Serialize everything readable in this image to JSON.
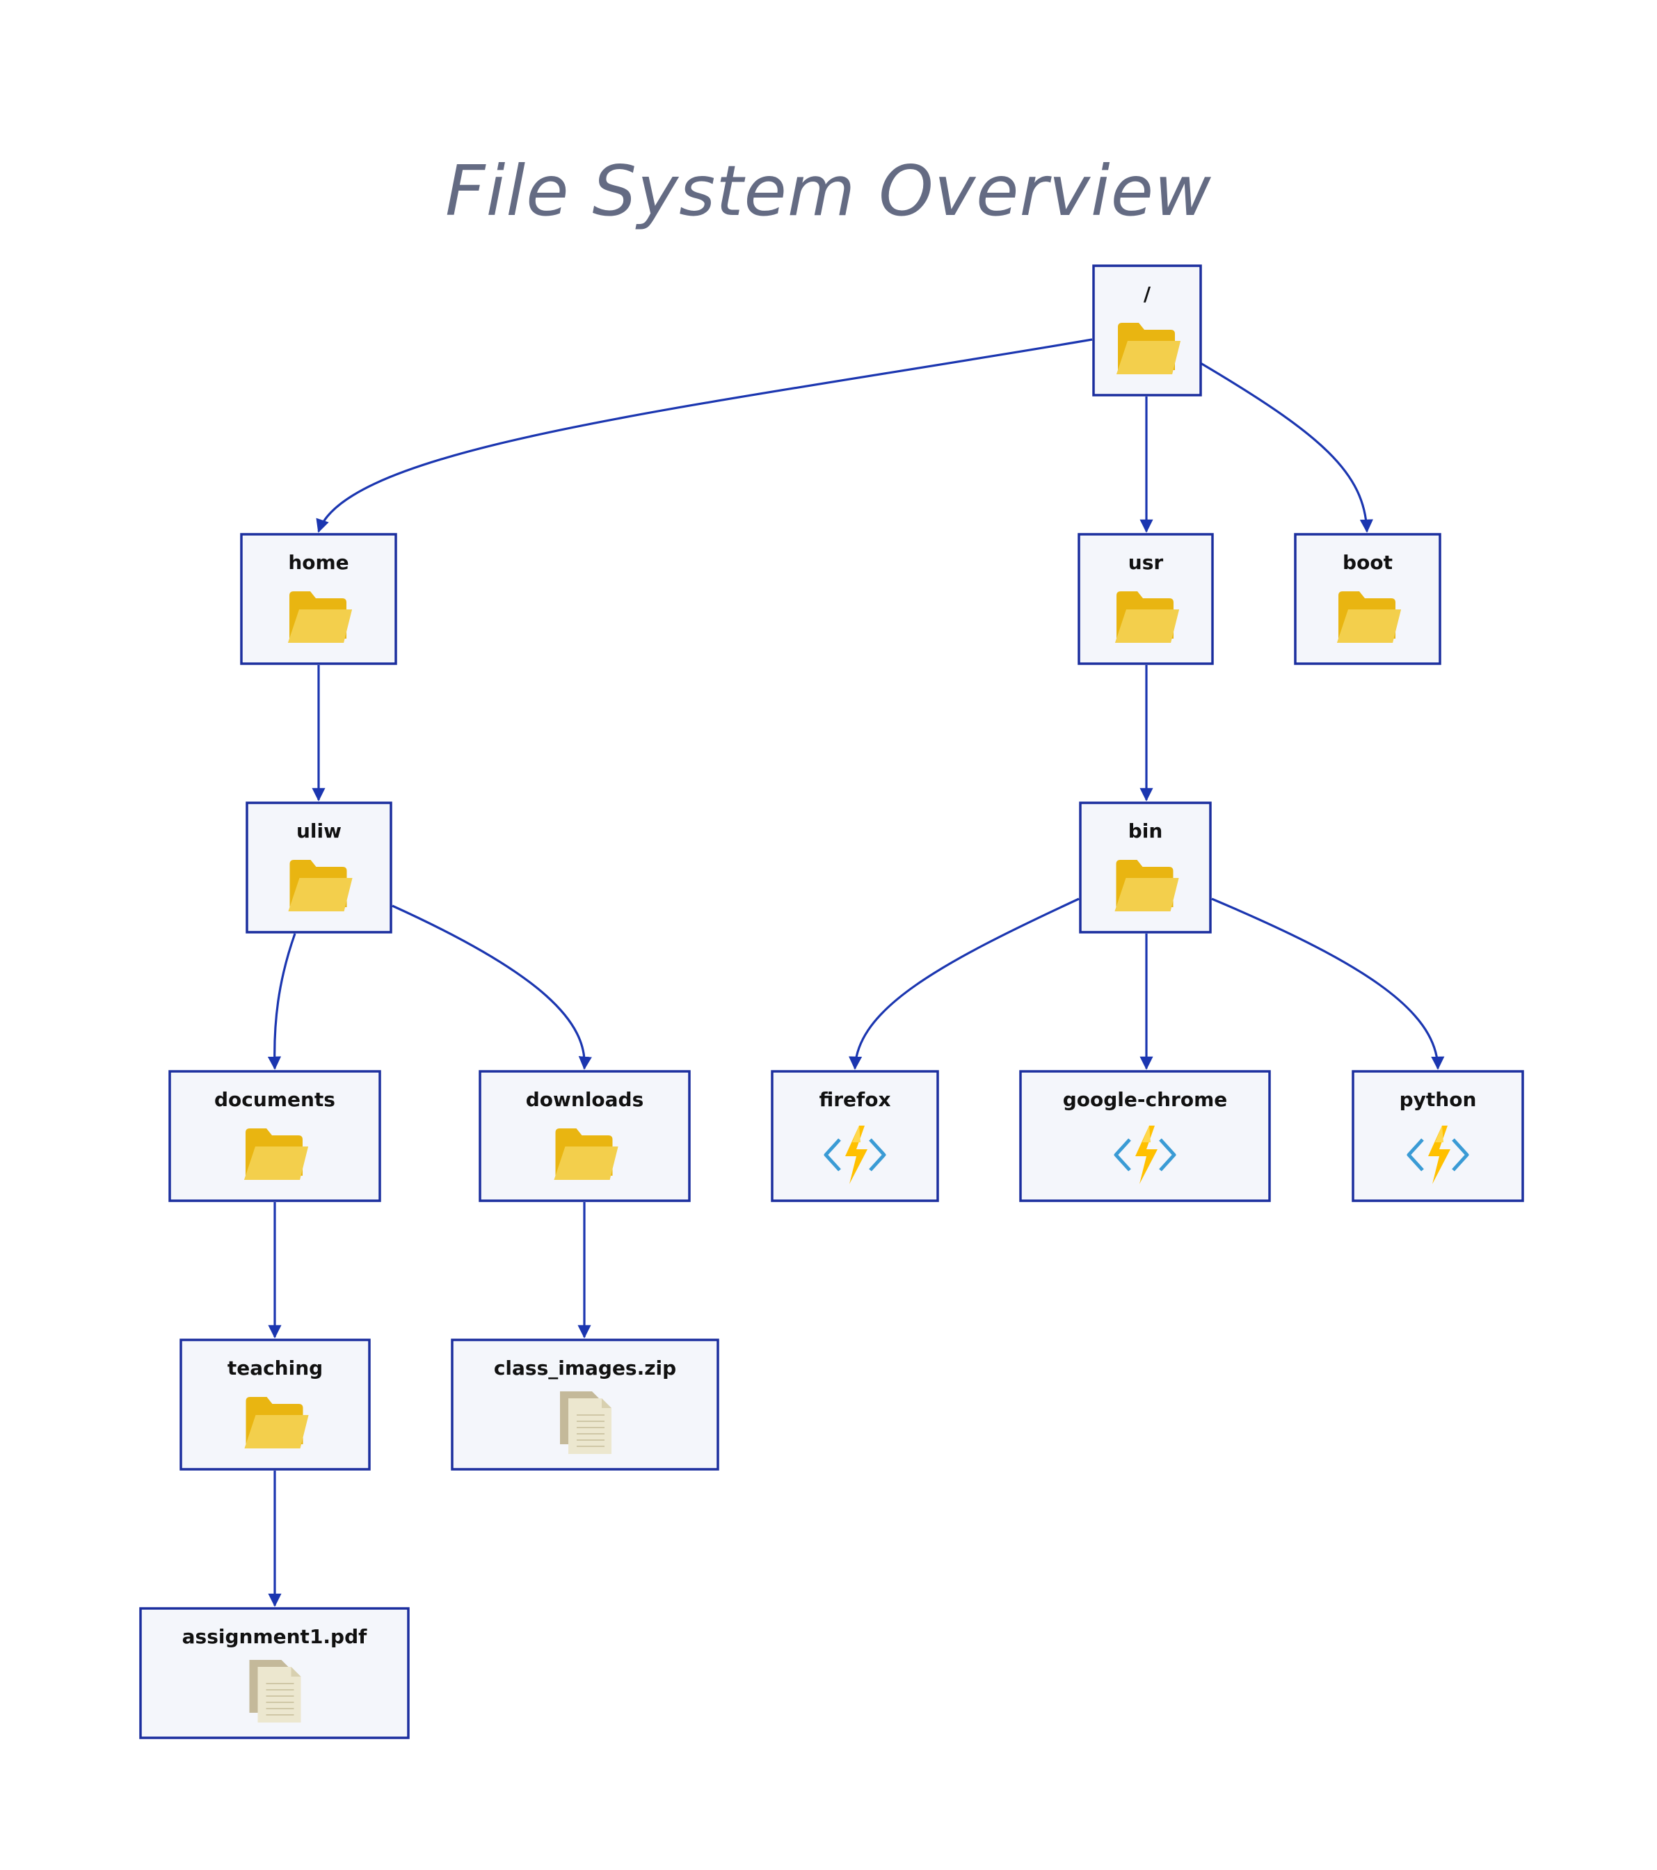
{
  "diagram": {
    "title": "File System Overview",
    "colors": {
      "node_fill": "#f4f6fb",
      "node_border": "#1b2e9e",
      "edge": "#1b36b0",
      "title": "#646b83",
      "folder": "#f0c419",
      "file": "#ece7cf",
      "executable_bolt": "#ffc000",
      "executable_brackets": "#3a9bd5"
    },
    "nodes": [
      {
        "id": "root",
        "label": "/",
        "icon": "folder-icon"
      },
      {
        "id": "home",
        "label": "home",
        "icon": "folder-icon"
      },
      {
        "id": "usr",
        "label": "usr",
        "icon": "folder-icon"
      },
      {
        "id": "boot",
        "label": "boot",
        "icon": "folder-icon"
      },
      {
        "id": "uliw",
        "label": "uliw",
        "icon": "folder-icon"
      },
      {
        "id": "bin",
        "label": "bin",
        "icon": "folder-icon"
      },
      {
        "id": "documents",
        "label": "documents",
        "icon": "folder-icon"
      },
      {
        "id": "downloads",
        "label": "downloads",
        "icon": "folder-icon"
      },
      {
        "id": "firefox",
        "label": "firefox",
        "icon": "executable-icon"
      },
      {
        "id": "google-chrome",
        "label": "google-chrome",
        "icon": "executable-icon"
      },
      {
        "id": "python",
        "label": "python",
        "icon": "executable-icon"
      },
      {
        "id": "teaching",
        "label": "teaching",
        "icon": "folder-icon"
      },
      {
        "id": "class_images",
        "label": "class_images.zip",
        "icon": "file-icon"
      },
      {
        "id": "assignment1",
        "label": "assignment1.pdf",
        "icon": "file-icon"
      }
    ],
    "edges": [
      {
        "from": "root",
        "to": "home"
      },
      {
        "from": "root",
        "to": "usr"
      },
      {
        "from": "root",
        "to": "boot"
      },
      {
        "from": "home",
        "to": "uliw"
      },
      {
        "from": "usr",
        "to": "bin"
      },
      {
        "from": "uliw",
        "to": "documents"
      },
      {
        "from": "uliw",
        "to": "downloads"
      },
      {
        "from": "bin",
        "to": "firefox"
      },
      {
        "from": "bin",
        "to": "google-chrome"
      },
      {
        "from": "bin",
        "to": "python"
      },
      {
        "from": "documents",
        "to": "teaching"
      },
      {
        "from": "downloads",
        "to": "class_images"
      },
      {
        "from": "teaching",
        "to": "assignment1"
      }
    ]
  }
}
